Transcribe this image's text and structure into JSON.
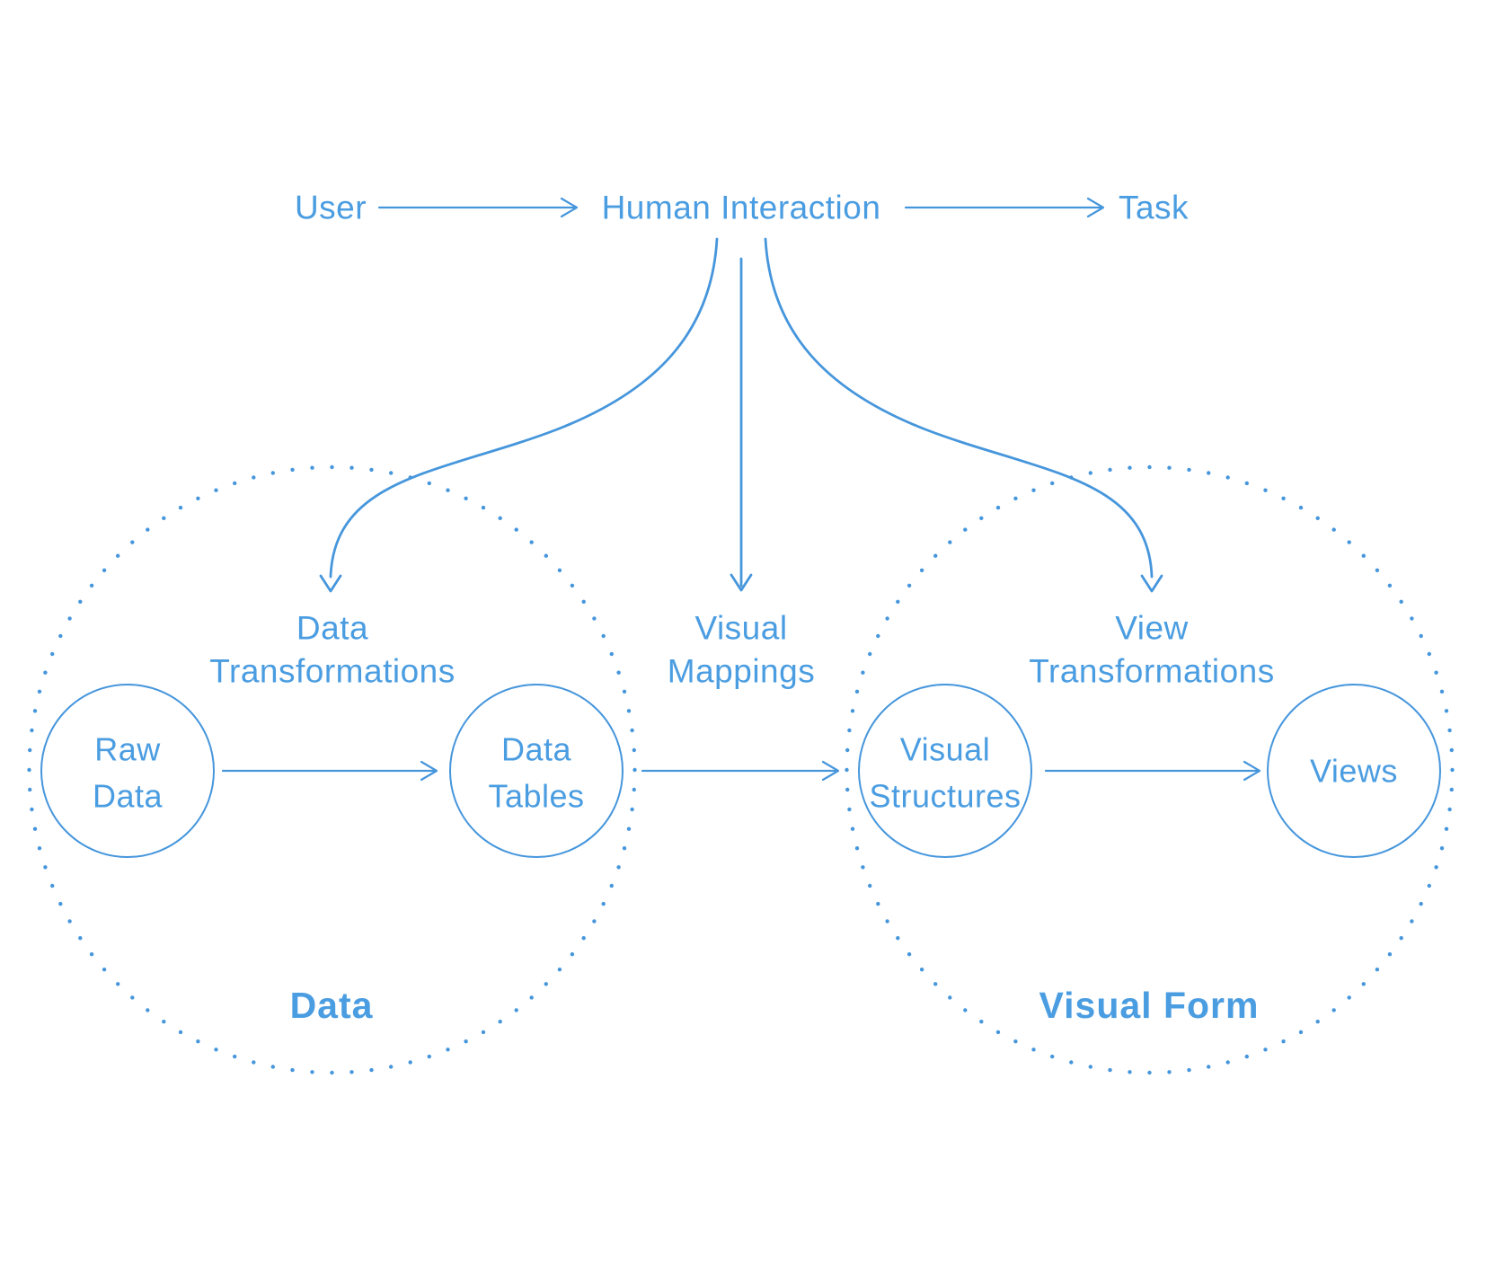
{
  "colors": {
    "accent_line": "#4696dc",
    "accent_text": "#4b9de1",
    "background": "#ffffff"
  },
  "top_flow": {
    "user": "User",
    "human_interaction": "Human Interaction",
    "task": "Task"
  },
  "process_labels": {
    "data_transformations": {
      "line1": "Data",
      "line2": "Transformations"
    },
    "visual_mappings": {
      "line1": "Visual",
      "line2": "Mappings"
    },
    "view_transformations": {
      "line1": "View",
      "line2": "Transformations"
    }
  },
  "nodes": {
    "raw_data": {
      "line1": "Raw",
      "line2": "Data"
    },
    "data_tables": {
      "line1": "Data",
      "line2": "Tables"
    },
    "visual_structures": {
      "line1": "Visual",
      "line2": "Structures"
    },
    "views": {
      "line1": "Views"
    }
  },
  "regions": {
    "data": {
      "label": "Data"
    },
    "visual_form": {
      "label": "Visual Form"
    }
  }
}
